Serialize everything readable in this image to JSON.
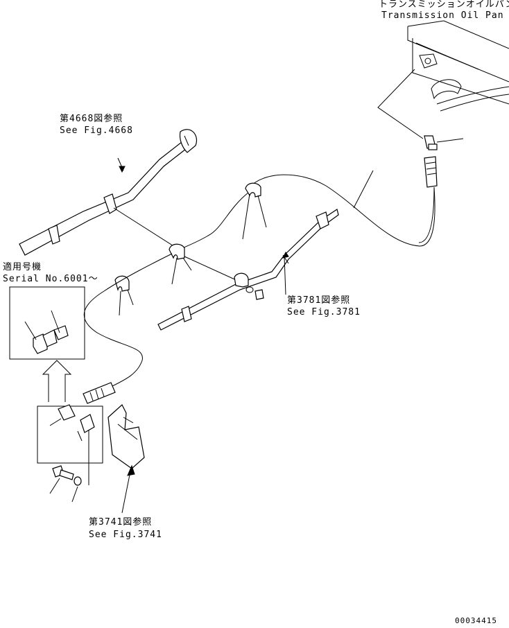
{
  "labels": {
    "transmission_jp": "トランスミッションオイルパン",
    "transmission_en": "Transmission Oil Pan",
    "fig4668_jp": "第4668図参照",
    "fig4668_en": "See Fig.4668",
    "serial_jp": "適用号機",
    "serial_en": "Serial No.6001～",
    "fig3781_jp": "第3781図参照",
    "fig3781_en": "See Fig.3781",
    "fig3741_jp": "第3741図参照",
    "fig3741_en": "See Fig.3741",
    "drawing_number": "00034415"
  }
}
